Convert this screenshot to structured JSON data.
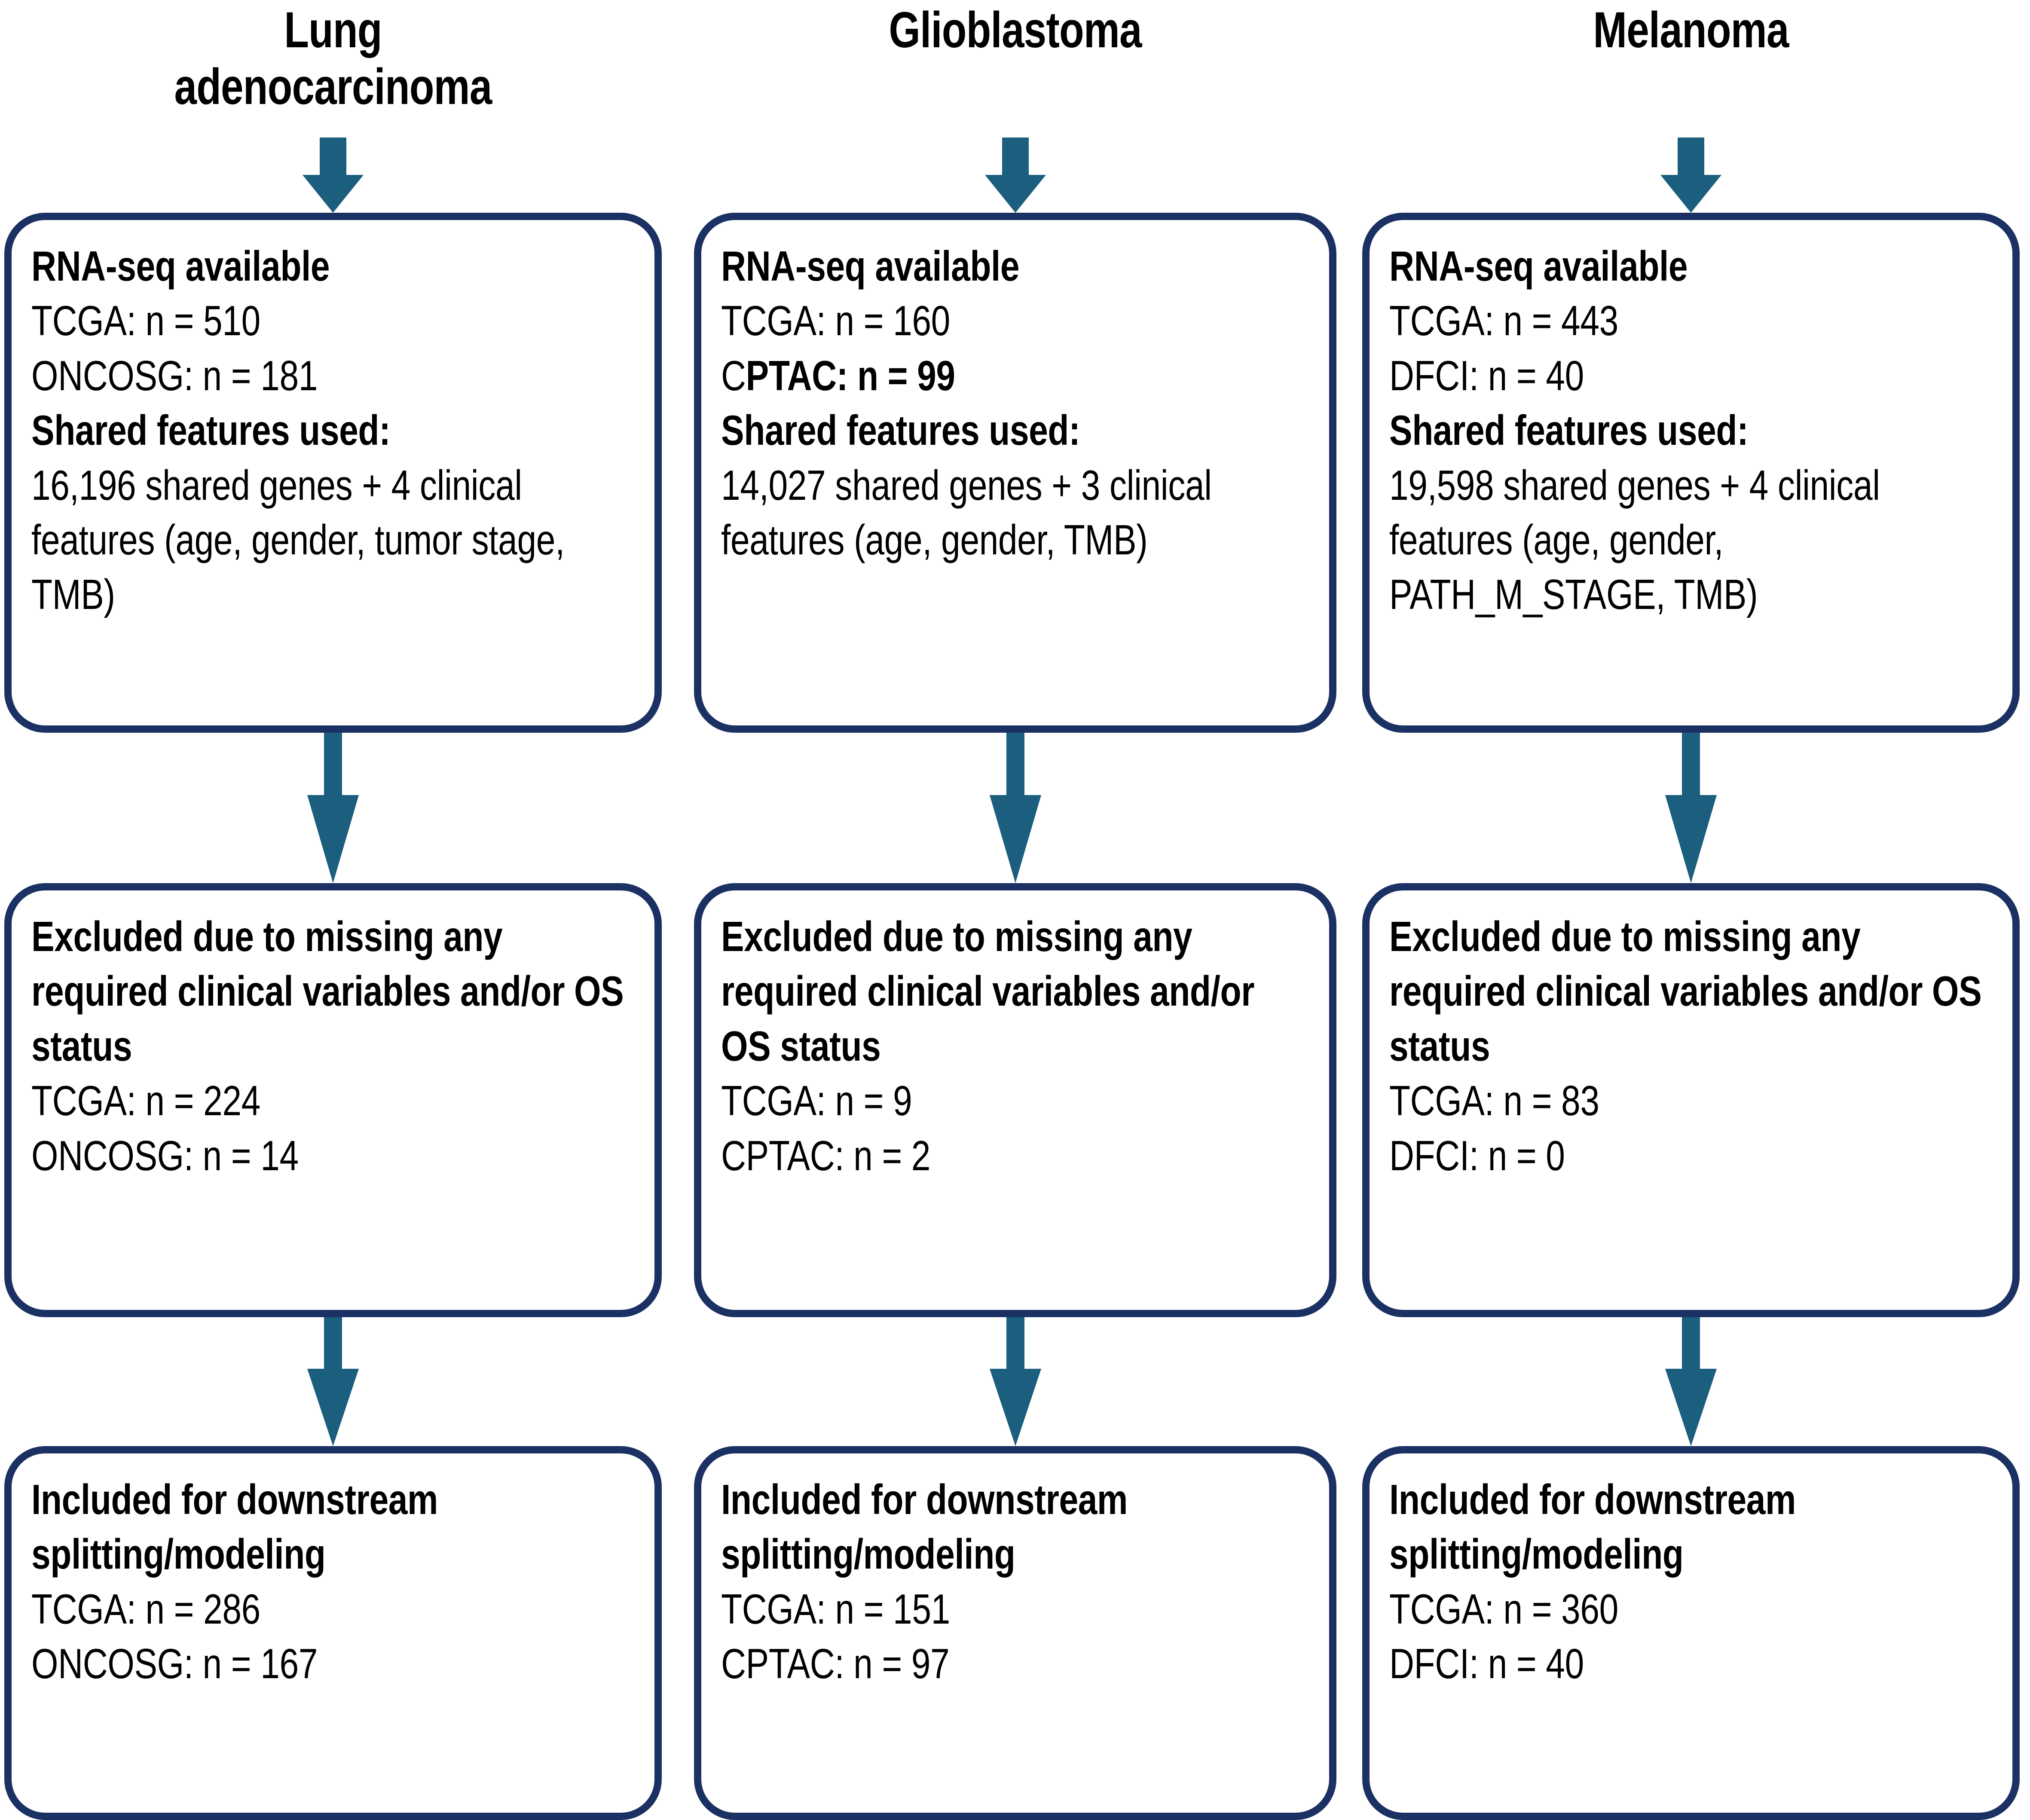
{
  "colors": {
    "box_border": "#1B3164",
    "arrow": "#1B5E7E",
    "text": "#000000",
    "background": "#FFFFFF"
  },
  "columns": [
    {
      "id": "lung-adenocarcinoma",
      "header": "Lung\nadenocarcinoma",
      "boxes": [
        {
          "id": "rna-seq-available",
          "lines": [
            {
              "text": "RNA-seq available",
              "bold": true
            },
            {
              "text": "TCGA: n = 510",
              "bold": false
            },
            {
              "text": "ONCOSG: n = 181",
              "bold": false
            },
            {
              "text": "Shared features used:",
              "bold": true
            },
            {
              "text": "16,196 shared genes + 4 clinical features (age, gender, tumor stage, TMB)",
              "bold": false
            }
          ]
        },
        {
          "id": "excluded",
          "lines": [
            {
              "text": "Excluded due to missing any required clinical variables and/or OS status",
              "bold": true
            },
            {
              "text": "TCGA: n = 224",
              "bold": false
            },
            {
              "text": "ONCOSG: n = 14",
              "bold": false
            }
          ]
        },
        {
          "id": "included",
          "lines": [
            {
              "text": "Included for downstream splitting/modeling",
              "bold": true
            },
            {
              "text": "TCGA: n = 286",
              "bold": false
            },
            {
              "text": "ONCOSG: n = 167",
              "bold": false
            }
          ]
        }
      ]
    },
    {
      "id": "glioblastoma",
      "header": "Glioblastoma",
      "boxes": [
        {
          "id": "rna-seq-available",
          "lines": [
            {
              "text": "RNA-seq available",
              "bold": true
            },
            {
              "text": "TCGA: n = 160",
              "bold": false
            },
            {
              "text": "CPTAC: n = 99",
              "bold": false,
              "mixed": [
                {
                  "text": "C",
                  "bold": false
                },
                {
                  "text": "PTAC: n = 99",
                  "bold": true
                }
              ]
            },
            {
              "text": "",
              "bold": false,
              "spacer": true
            },
            {
              "text": "Shared features used:",
              "bold": true
            },
            {
              "text": "14,027 shared genes + 3 clinical features (age, gender, TMB)",
              "bold": false
            }
          ]
        },
        {
          "id": "excluded",
          "lines": [
            {
              "text": "Excluded due to missing any required clinical variables and/or OS status",
              "bold": true
            },
            {
              "text": "TCGA: n = 9",
              "bold": false
            },
            {
              "text": "CPTAC: n = 2",
              "bold": false
            }
          ]
        },
        {
          "id": "included",
          "lines": [
            {
              "text": "Included for downstream splitting/modeling",
              "bold": true
            },
            {
              "text": "TCGA: n = 151",
              "bold": false
            },
            {
              "text": "CPTAC: n = 97",
              "bold": false
            }
          ]
        }
      ]
    },
    {
      "id": "melanoma",
      "header": "Melanoma",
      "boxes": [
        {
          "id": "rna-seq-available",
          "lines": [
            {
              "text": "RNA-seq available",
              "bold": true
            },
            {
              "text": "TCGA: n = 443",
              "bold": false
            },
            {
              "text": "DFCI: n = 40",
              "bold": false
            },
            {
              "text": "",
              "bold": false,
              "spacer": true
            },
            {
              "text": "Shared features used:",
              "bold": true
            },
            {
              "text": "19,598 shared genes + 4 clinical features (age, gender, PATH_M_STAGE, TMB)",
              "bold": false
            }
          ]
        },
        {
          "id": "excluded",
          "lines": [
            {
              "text": "Excluded due to missing any required clinical variables and/or OS status",
              "bold": true
            },
            {
              "text": "TCGA: n = 83",
              "bold": false
            },
            {
              "text": "DFCI: n = 0",
              "bold": false
            }
          ]
        },
        {
          "id": "included",
          "lines": [
            {
              "text": "Included for downstream splitting/modeling",
              "bold": true
            },
            {
              "text": "TCGA: n = 360",
              "bold": false
            },
            {
              "text": "DFCI: n = 40",
              "bold": false
            }
          ]
        }
      ]
    }
  ],
  "arrows": {
    "icon": "down-arrow-icon",
    "count_per_column": 3
  }
}
